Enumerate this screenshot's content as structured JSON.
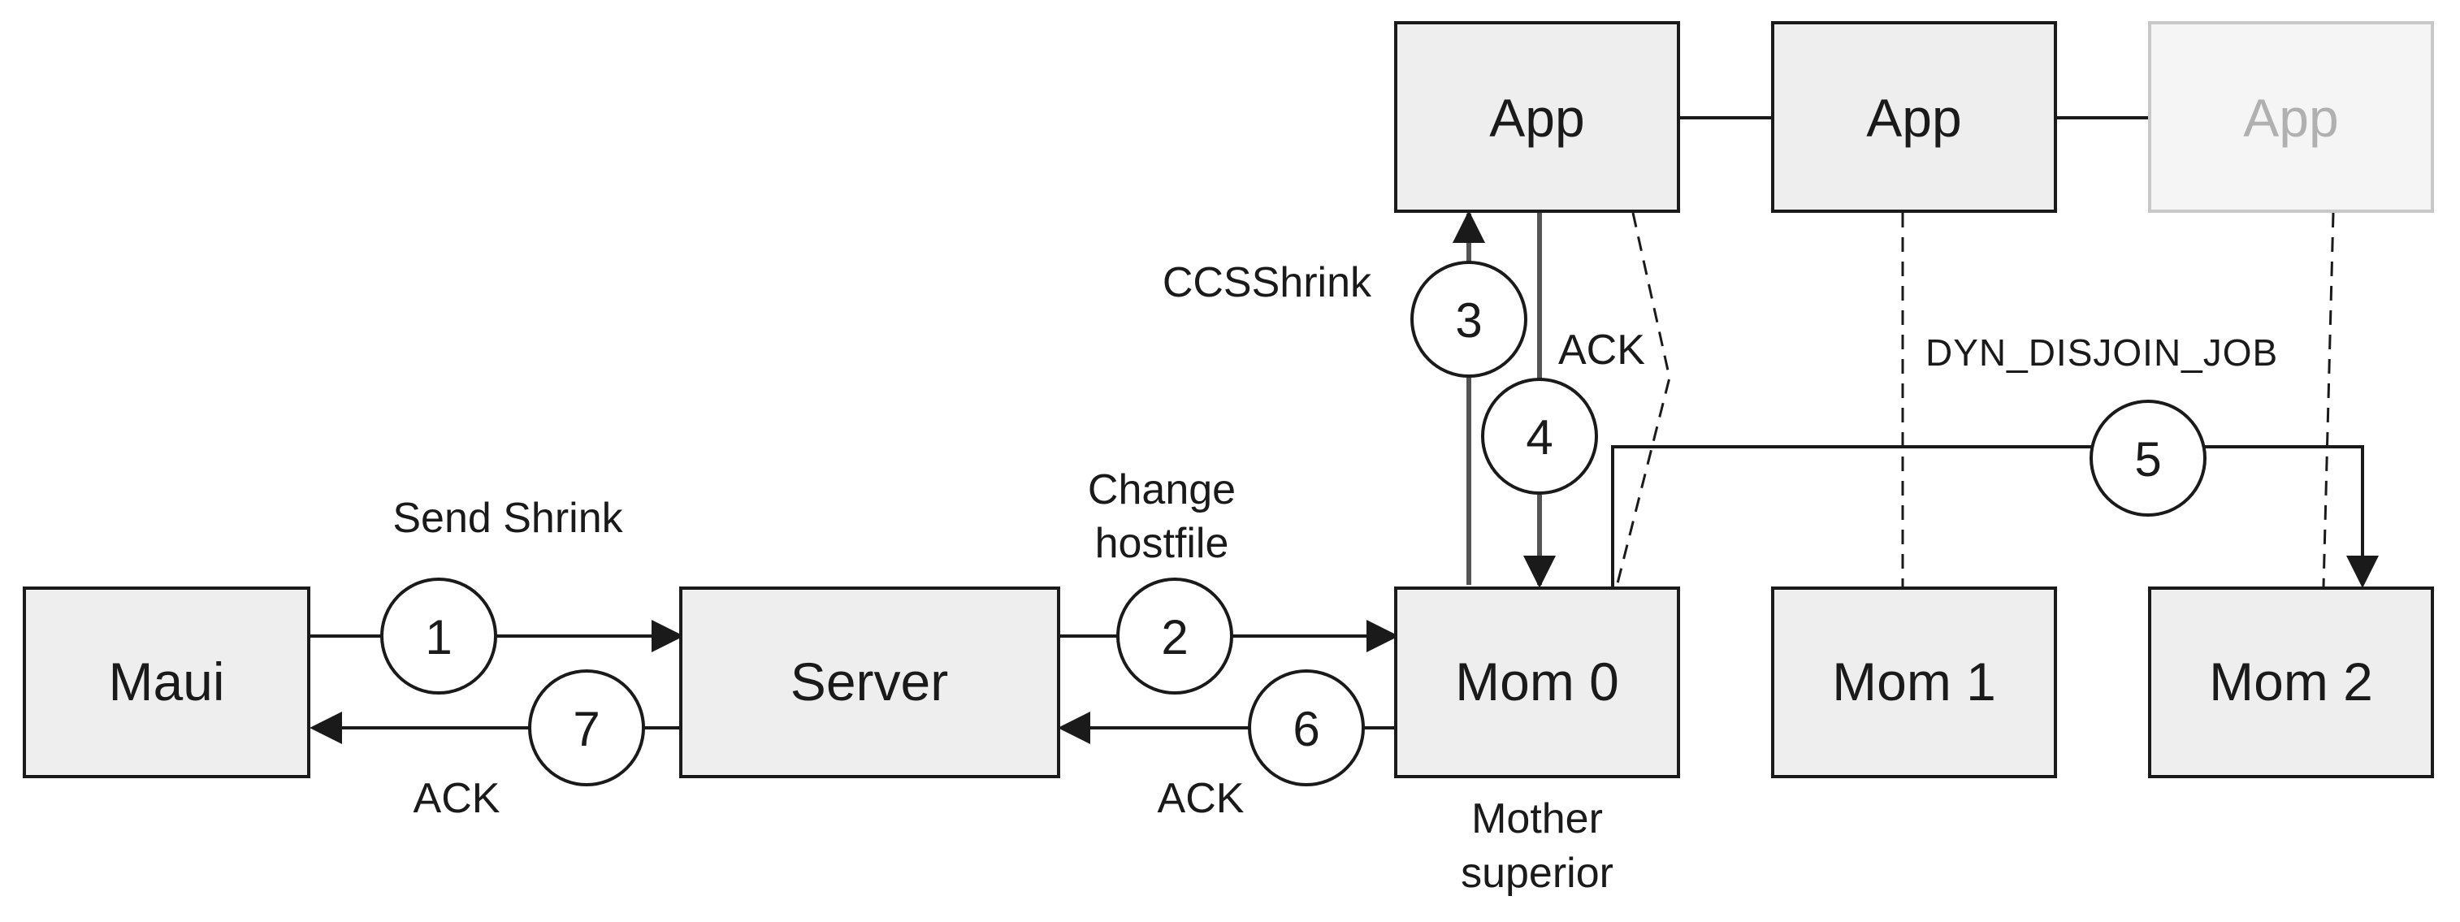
{
  "boxes": {
    "maui": "Maui",
    "server": "Server",
    "mom0": "Mom 0",
    "mom1": "Mom 1",
    "mom2": "Mom 2",
    "app0": "App",
    "app1": "App",
    "app2": "App"
  },
  "labels": {
    "send_shrink": "Send Shrink",
    "change_hostfile_line1": "Change",
    "change_hostfile_line2": "hostfile",
    "ccs_shrink": "CCSShrink",
    "ack_4": "ACK",
    "dyn_disjoin_job": "DYN_DISJOIN_JOB",
    "ack_6": "ACK",
    "ack_7": "ACK",
    "mother_superior_line1": "Mother",
    "mother_superior_line2": "superior"
  },
  "steps": {
    "s1": "1",
    "s2": "2",
    "s3": "3",
    "s4": "4",
    "s5": "5",
    "s6": "6",
    "s7": "7"
  },
  "colors": {
    "box_fill": "#eeeeee",
    "box_stroke": "#1a1a1a",
    "line": "#1a1a1a",
    "faded_stroke": "#c8c8c8",
    "faded_text": "#b0b0b0",
    "background": "#ffffff"
  }
}
